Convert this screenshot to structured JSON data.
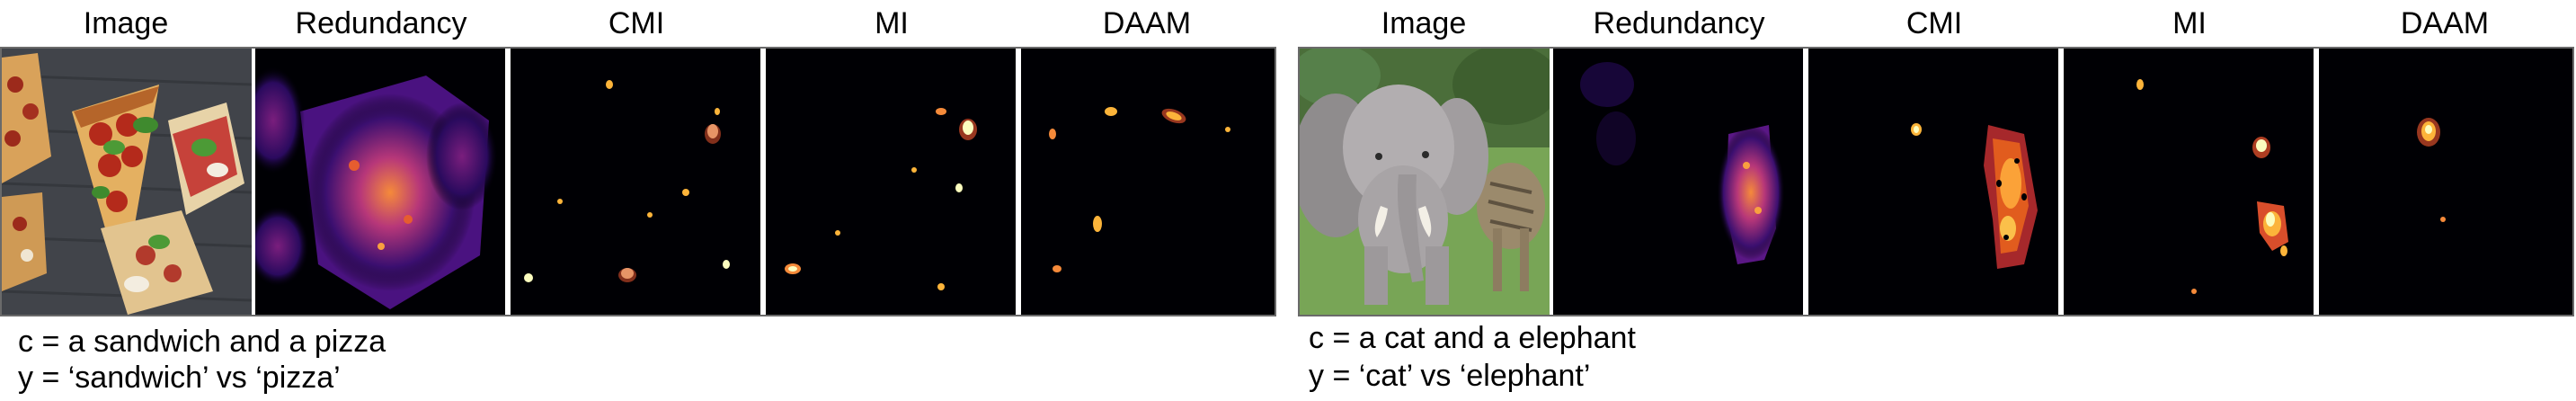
{
  "left": {
    "columns": [
      "Image",
      "Redundancy",
      "CMI",
      "MI",
      "DAAM"
    ],
    "caption_c": "c = a sandwich and a pizza",
    "caption_y": "y = ‘sandwich’ vs ‘pizza’"
  },
  "right": {
    "columns": [
      "Image",
      "Redundancy",
      "CMI",
      "MI",
      "DAAM"
    ],
    "caption_c": "c = a cat and a elephant",
    "caption_y": "y = ‘cat’ vs ‘elephant’"
  },
  "colors": {
    "heatmap_background": "#000004",
    "heatmap_low": "#3b0f70",
    "heatmap_mid": "#b73779",
    "heatmap_high": "#fcfdbf",
    "strip_border": "#6a6a6a"
  }
}
